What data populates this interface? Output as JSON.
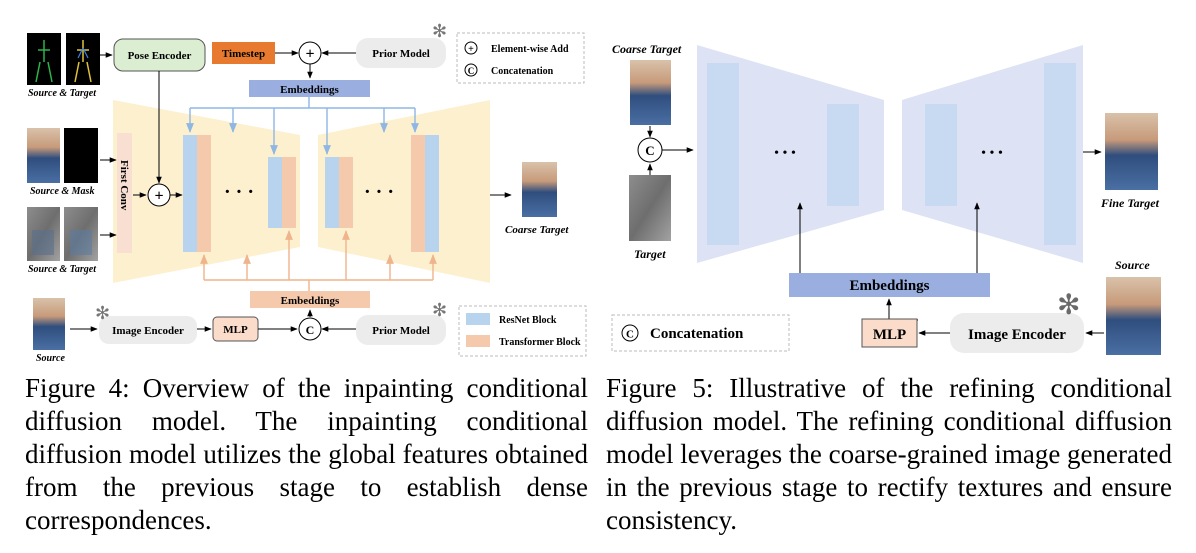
{
  "figure4": {
    "labels": {
      "pose_encoder": "Pose Encoder",
      "timestep": "Timestep",
      "prior_model_top": "Prior Model",
      "embeddings_top": "Embeddings",
      "embeddings_bottom": "Embeddings",
      "first_conv": "First Conv",
      "image_encoder": "Image Encoder",
      "mlp": "MLP",
      "prior_model_bottom": "Prior Model",
      "source_target": "Source & Target",
      "source_mask": "Source & Mask",
      "source_target_2": "Source & Target",
      "source": "Source",
      "coarse_target": "Coarse Target",
      "dots_left": "· · ·",
      "dots_right": "· · ·"
    },
    "legend": {
      "element_wise_add": "Element-wise Add",
      "concatenation": "Concatenation",
      "resnet_block": "ResNet Block",
      "transformer_block": "Transformer Block"
    },
    "caption": "Figure 4: Overview of the inpainting conditional diffusion model. The inpainting conditional diffusion model utilizes the global features obtained from the previous stage to establish dense correspondences."
  },
  "figure5": {
    "labels": {
      "coarse_target": "Coarse Target",
      "target": "Target",
      "fine_target": "Fine Target",
      "source": "Source",
      "embeddings": "Embeddings",
      "mlp": "MLP",
      "image_encoder": "Image Encoder",
      "dots_left": "• • •",
      "dots_right": "• • •"
    },
    "legend": {
      "concatenation": "Concatenation"
    },
    "caption": "Figure 5: Illustrative of the refining conditional diffusion model. The refining conditional diffusion model leverages the coarse-grained image generated in the previous stage to rectify textures and ensure consistency."
  },
  "symbols": {
    "plus": "+",
    "concat": "C",
    "snowflake": "✻"
  },
  "colors": {
    "resnet_block": "#b8d3ee",
    "transformer_block": "#f5c9ac",
    "unet_bg_fig4": "#fdf0cf",
    "unet_bg_fig5": "#dde2f4",
    "embeddings": "#9aafe0",
    "pose_encoder": "#dbeed1",
    "timestep": "#e87a2f",
    "mlp": "#fbdccb",
    "encoder_gray": "#ececec"
  }
}
